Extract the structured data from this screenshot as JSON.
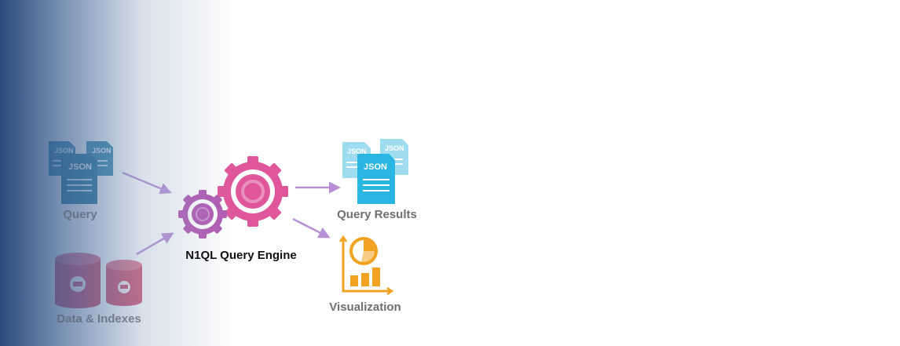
{
  "nodes": {
    "query": {
      "label": "Query",
      "doc_tag": "JSON"
    },
    "data_indexes": {
      "label": "Data & Indexes"
    },
    "engine": {
      "label": "N1QL Query Engine"
    },
    "results": {
      "label": "Query Results",
      "doc_tag": "JSON"
    },
    "visualization": {
      "label": "Visualization"
    }
  },
  "colors": {
    "query_doc": "#2f7e9e",
    "database": "#d2506e",
    "gear_large": "#e0569a",
    "gear_small": "#b25ab2",
    "results_doc": "#29b6e3",
    "results_doc_light": "#9fdcf0",
    "visualization": "#f2a221",
    "arrow": "#b88fd4"
  },
  "icons": [
    "json-document-icon",
    "database-icon",
    "gear-icon",
    "chart-icon",
    "arrow-icon"
  ]
}
